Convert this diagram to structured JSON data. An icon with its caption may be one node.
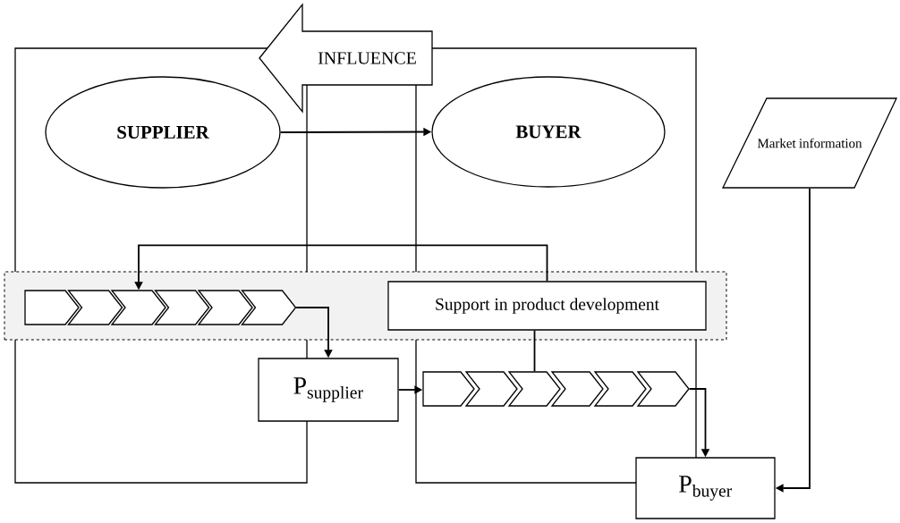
{
  "diagram": {
    "nodes": [
      {
        "text": [],
        "shape": "box"
      },
      {
        "text": [
          "SUPPLIER"
        ],
        "in": 0
      },
      {
        "text": [
          "INFLUENCE"
        ]
      },
      {
        "text": [],
        "shape": "box"
      },
      {
        "text": [
          "BUYER"
        ],
        "in": 3
      },
      {
        "text": [
          "Market information"
        ]
      },
      {
        "text": [],
        "shape": "box"
      },
      {
        "text": [],
        "shape": "chevron"
      },
      {
        "text": [],
        "shape": "chevron"
      },
      {
        "text": [],
        "shape": "chevron"
      },
      {
        "text": [],
        "shape": "chevron"
      },
      {
        "text": [],
        "shape": "chevron"
      },
      {
        "text": [],
        "shape": "chevron"
      },
      {
        "text": [
          "Support in product development"
        ],
        "in": 6
      },
      {
        "text": [
          "P$_{supplier}$"
        ]
      },
      {
        "text": [],
        "shape": "chevron",
        "in": 3
      },
      {
        "text": [],
        "shape": "chevron",
        "in": 3
      },
      {
        "text": [],
        "shape": "chevron",
        "in": 3
      },
      {
        "text": [],
        "shape": "chevron",
        "in": 3
      },
      {
        "text": [],
        "shape": "chevron",
        "in": 3
      },
      {
        "text": [],
        "shape": "chevron",
        "in": 3
      },
      {
        "text": [
          "P$_{buyer}$"
        ]
      }
    ],
    "edges": [
      {
        "from": 1,
        "to": 4,
        "arrow": "to"
      },
      {
        "from": 13,
        "to": 9,
        "arrow": "to"
      },
      {
        "from": 13,
        "to": 17,
        "arrow": "none"
      },
      {
        "from": 12,
        "to": 14,
        "arrow": "to"
      },
      {
        "from": 14,
        "to": 15,
        "arrow": "to"
      },
      {
        "from": 20,
        "to": 21,
        "arrow": "to"
      },
      {
        "from": 5,
        "to": 21,
        "arrow": "to"
      }
    ]
  }
}
